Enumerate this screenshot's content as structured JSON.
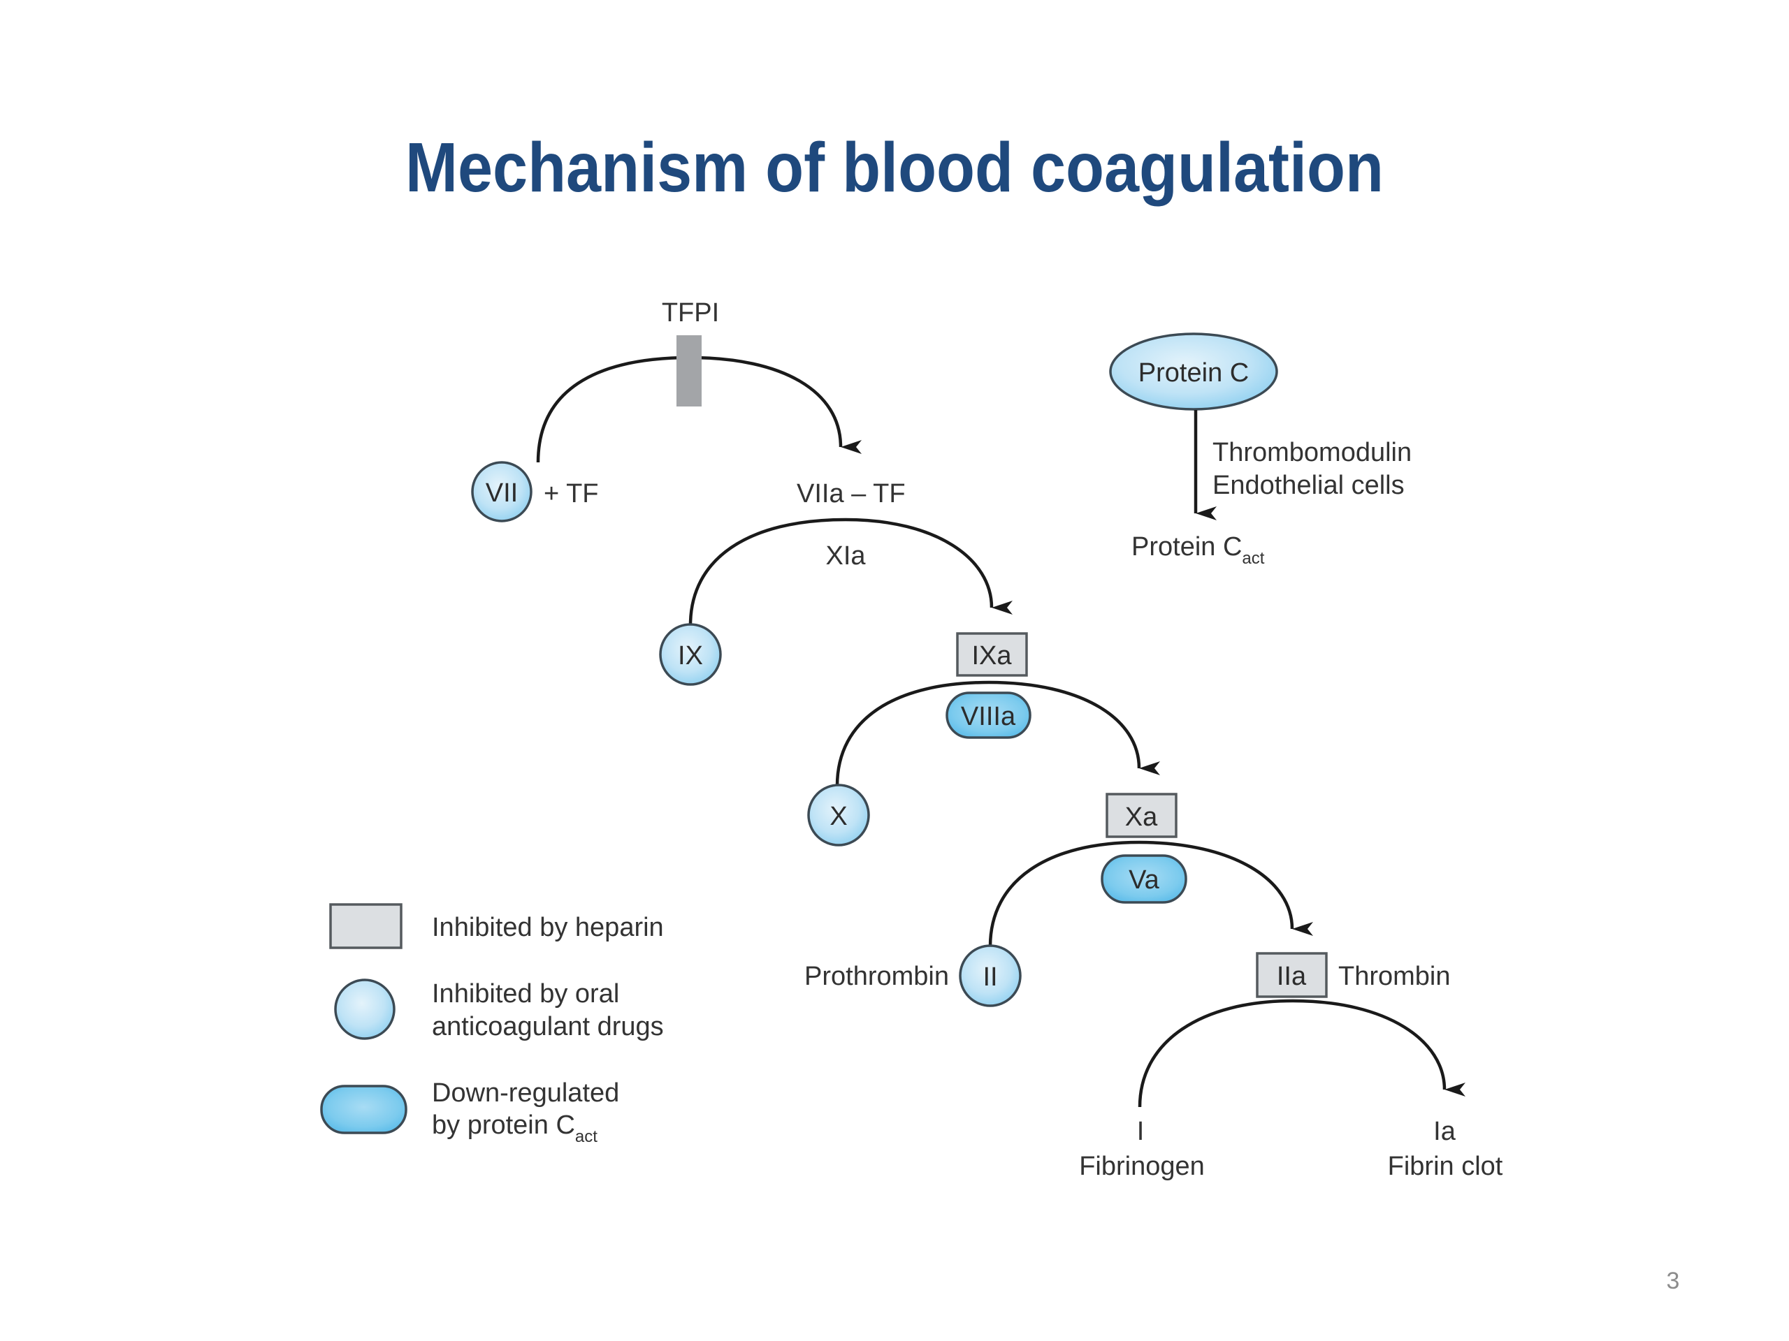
{
  "slide": {
    "title": "Mechanism of blood coagulation",
    "page_number": "3"
  },
  "colors": {
    "title": "#1f497d",
    "circle_fill": "#bfe3f6",
    "pill_fill": "#7ccbee",
    "box_fill": "#dcdfe2",
    "inhibitor_bar": "#a3a5a8"
  },
  "diagram": {
    "tfpi": {
      "label": "TFPI"
    },
    "extrinsic": {
      "vii": "VII",
      "plus_tf": "+ TF",
      "viia_tf": "VIIa – TF"
    },
    "step_ix": {
      "enzyme": "XIa",
      "substrate": "IX",
      "product": "IXa"
    },
    "step_x": {
      "cofactor": "VIIIa",
      "substrate": "X",
      "product": "Xa"
    },
    "step_ii": {
      "cofactor": "Va",
      "substrate_name": "Prothrombin",
      "substrate": "II",
      "product": "IIa",
      "product_name": "Thrombin"
    },
    "step_fibrin": {
      "substrate": "I",
      "substrate_name": "Fibrinogen",
      "product": "Ia",
      "product_name": "Fibrin clot"
    },
    "protein_c": {
      "label": "Protein C",
      "via_line1": "Thrombomodulin",
      "via_line2": "Endothelial cells",
      "activated_main": "Protein C",
      "activated_sub": "act"
    }
  },
  "legend": {
    "items": [
      {
        "shape": "rectangle",
        "lines": [
          "Inhibited by heparin"
        ]
      },
      {
        "shape": "circle",
        "lines": [
          "Inhibited by oral",
          "anticoagulant drugs"
        ]
      },
      {
        "shape": "pill",
        "lines": [
          "Down-regulated",
          "by protein C"
        ],
        "sub": "act"
      }
    ]
  }
}
